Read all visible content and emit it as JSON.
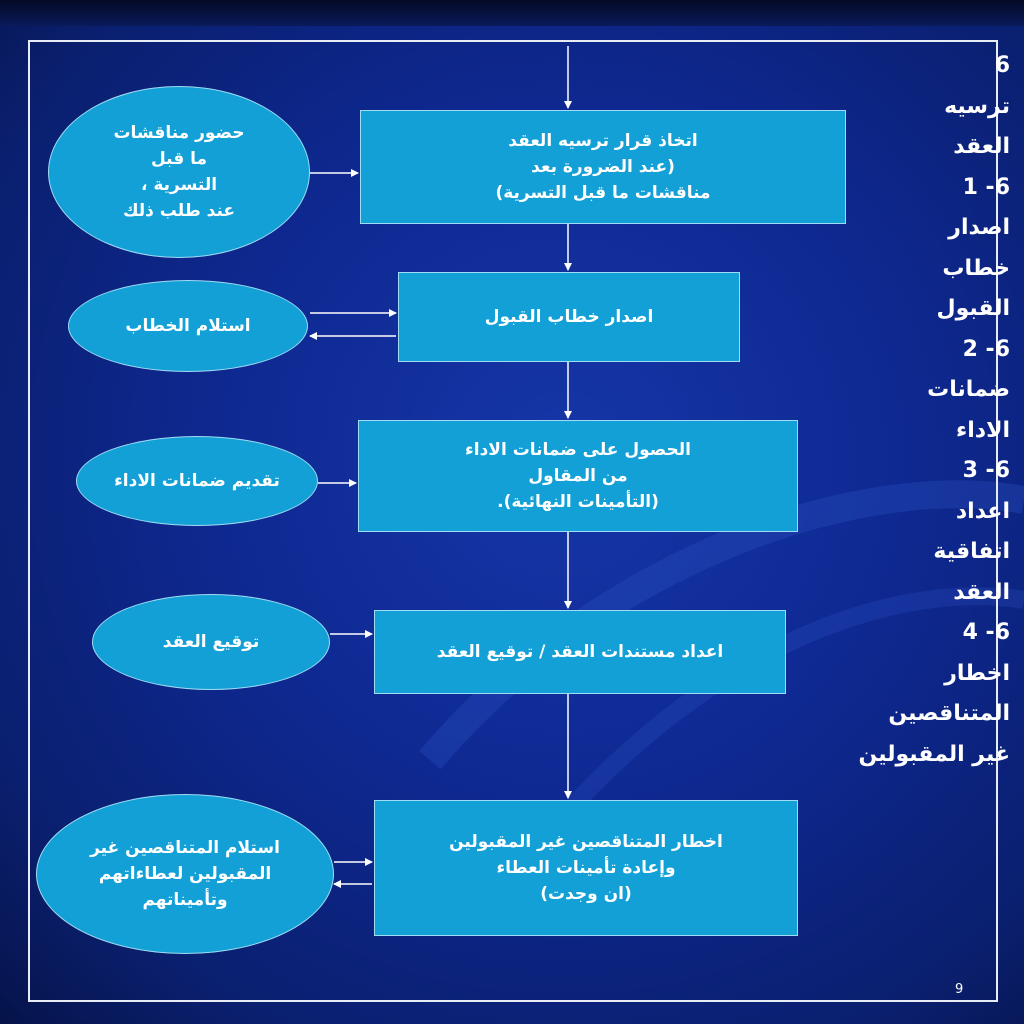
{
  "boxes": {
    "b1": [
      "اتخاذ قرار ترسيه العقد",
      "(عند الضرورة بعد",
      "مناقشات ما قبل التسرية)"
    ],
    "b2": [
      "اصدار خطاب القبول"
    ],
    "b3": [
      "الحصول على ضمانات الاداء",
      "من المقاول",
      "(التأمينات النهائية)."
    ],
    "b4": [
      "اعداد مستندات العقد / توقيع العقد"
    ],
    "b5": [
      "اخطار المتناقصين غير المقبولين",
      "وإعادة تأمينات العطاء",
      "(ان وجدت)"
    ]
  },
  "ellipses": {
    "e1": [
      "حضور مناقشات",
      "ما قبل",
      "التسرية ،",
      "عند طلب ذلك"
    ],
    "e2": [
      "استلام الخطاب"
    ],
    "e3": [
      "تقديم ضمانات الاداء"
    ],
    "e4": [
      "توقيع العقد"
    ],
    "e5": [
      "استلام المتناقصين غير",
      "المقبولين لعطاءاتهم",
      "وتأميناتهم"
    ]
  },
  "sidebar": [
    "6",
    "ترسيه",
    "العقد",
    "6- 1",
    "اصدار",
    "خطاب",
    "القبول",
    "6- 2",
    "ضمانات",
    "الاداء",
    "6- 3",
    "اعداد",
    "اتفاقية",
    "العقد",
    "6- 4",
    "اخطار",
    "المتناقصين",
    "غير المقبولين"
  ],
  "page_number": "9"
}
